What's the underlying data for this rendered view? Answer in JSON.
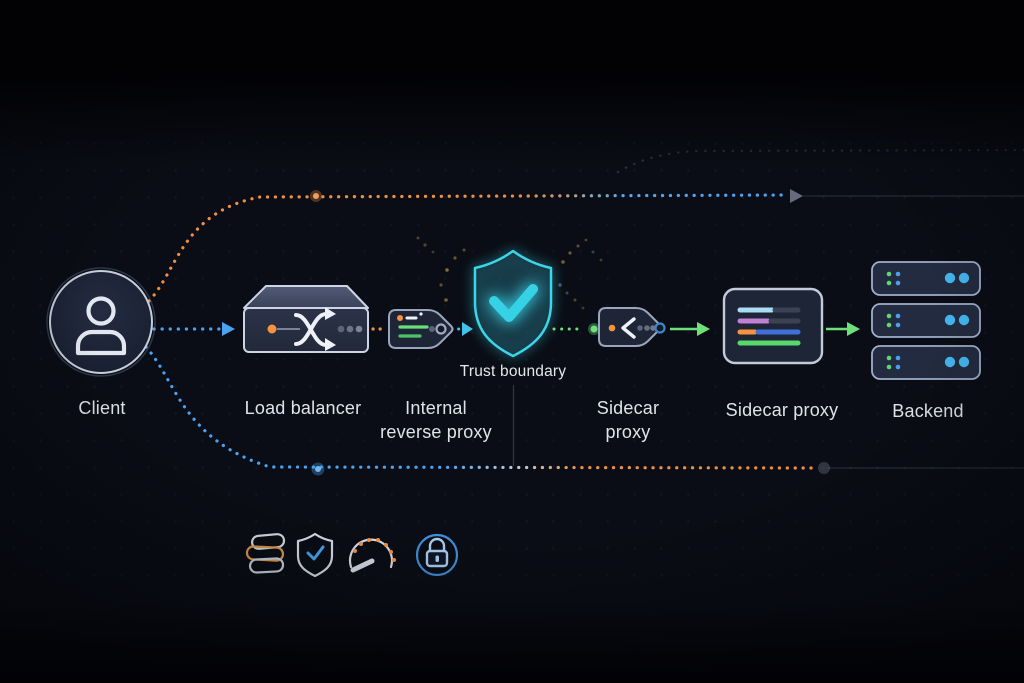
{
  "diagram": {
    "nodes": {
      "client": {
        "label": "Client"
      },
      "load_balancer": {
        "label": "Load balancer"
      },
      "internal_reverse_proxy": {
        "line1": "Internal",
        "line2": "reverse proxy"
      },
      "trust_boundary": {
        "label": "Trust boundary"
      },
      "sidecar_proxy_tag": {
        "line1": "Sidecar",
        "line2": "proxy"
      },
      "sidecar_proxy_box": {
        "label": "Sidecar proxy"
      },
      "backend": {
        "label": "Backend"
      }
    },
    "colors": {
      "background": "#0a0d15",
      "orange": "#ef9040",
      "blue": "#49a3f1",
      "cyan": "#3bd6e9",
      "green": "#6ee07a",
      "node_stroke": "#c3cbda",
      "node_fill": "#222a3e",
      "label_text": "#dfe3ea"
    },
    "legend_icons": [
      "database-stack",
      "shield-check",
      "gauge",
      "lock"
    ]
  }
}
